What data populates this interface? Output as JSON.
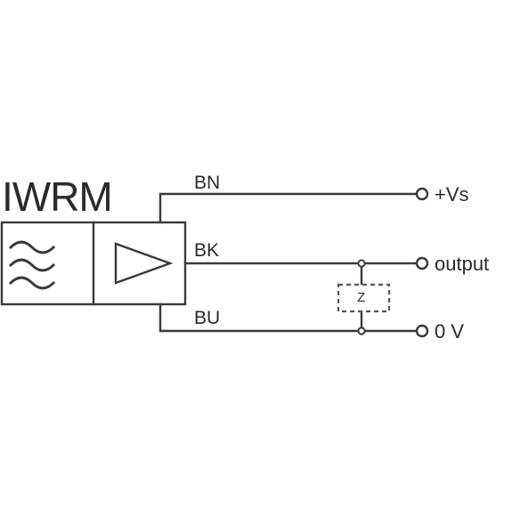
{
  "device": {
    "name": "IWRM"
  },
  "wires": {
    "bn": {
      "code": "BN",
      "terminal": "+Vs"
    },
    "bk": {
      "code": "BK",
      "terminal": "output"
    },
    "bu": {
      "code": "BU",
      "terminal": "0 V"
    }
  },
  "load": {
    "label": "Z"
  },
  "icons": {
    "sensor": "wave-symbol-icon",
    "amplifier": "amplifier-triangle-icon",
    "terminal": "open-terminal-circle-icon",
    "junction": "junction-dot-icon"
  },
  "colors": {
    "line": "#3a3a3a",
    "load_box": "#555555",
    "text": "#2b2b2b"
  }
}
